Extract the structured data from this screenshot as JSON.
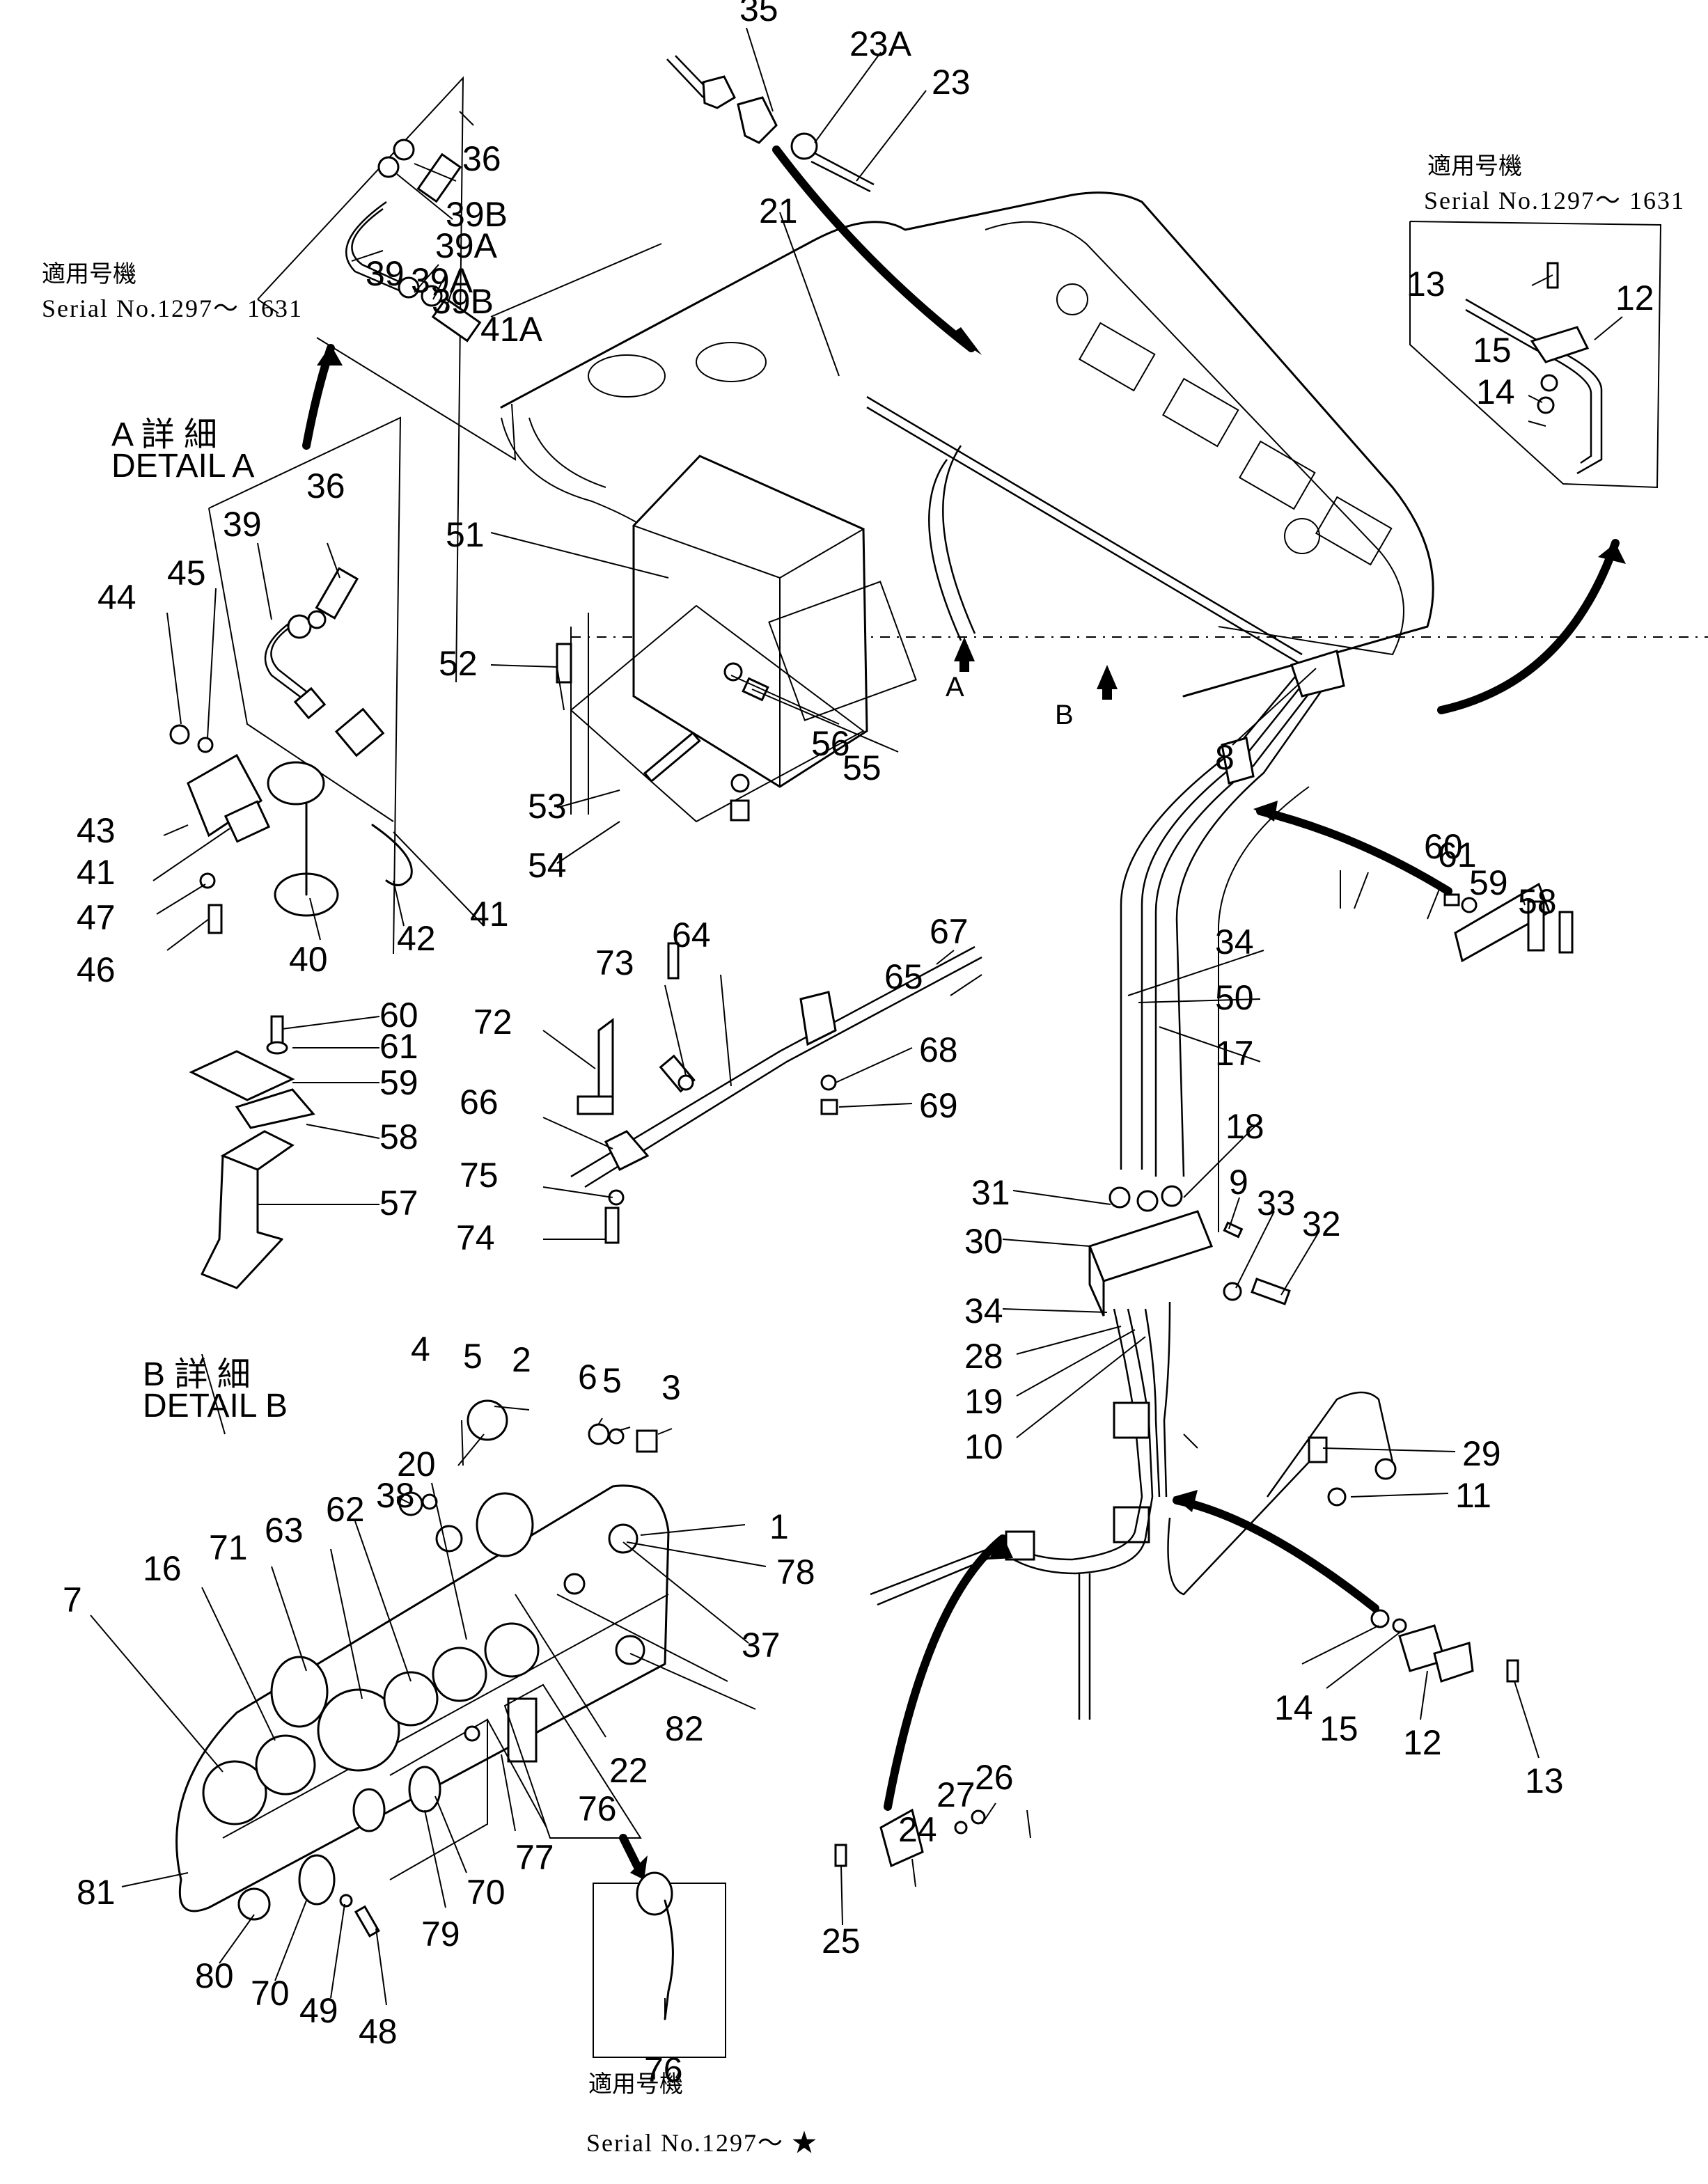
{
  "diagram": {
    "type": "exploded parts diagram",
    "subject": "instrument panel and gauge piping assembly"
  },
  "notes": {
    "applicable_jp": "適用号機",
    "serial_a": "Serial No.1297～ 1631",
    "serial_b": "Serial No.1297～ 1631",
    "serial_key": "Serial No.1297～ ★"
  },
  "details": {
    "a_jp": "A 詳 細",
    "a_en": "DETAIL A",
    "b_jp": "B 詳 細",
    "b_en": "DETAIL B",
    "marker_a": "A",
    "marker_b": "B"
  },
  "callouts": {
    "p1": "1",
    "p2": "2",
    "p3": "3",
    "p4": "4",
    "p5a": "5",
    "p5b": "5",
    "p6": "6",
    "p7": "7",
    "p8": "8",
    "p9": "9",
    "p10": "10",
    "p11": "11",
    "p12a": "12",
    "p12b": "12",
    "p13a": "13",
    "p13b": "13",
    "p14a": "14",
    "p14b": "14",
    "p15a": "15",
    "p15b": "15",
    "p16": "16",
    "p17": "17",
    "p18": "18",
    "p19": "19",
    "p20": "20",
    "p21": "21",
    "p22": "22",
    "p23": "23",
    "p23a": "23A",
    "p24": "24",
    "p25": "25",
    "p26": "26",
    "p27": "27",
    "p28": "28",
    "p29": "29",
    "p30": "30",
    "p31": "31",
    "p32": "32",
    "p33": "33",
    "p34a": "34",
    "p34b": "34",
    "p35": "35",
    "p36a": "36",
    "p36b": "36",
    "p37": "37",
    "p38": "38",
    "p39a": "39",
    "p39b": "39",
    "p39a1": "39A",
    "p39a2": "39A",
    "p39b1": "39B",
    "p39b2": "39B",
    "p40": "40",
    "p41a": "41",
    "p41b": "41",
    "p41c": "41A",
    "p42": "42",
    "p43": "43",
    "p44": "44",
    "p45": "45",
    "p46": "46",
    "p47": "47",
    "p48": "48",
    "p49": "49",
    "p50": "50",
    "p51": "51",
    "p52": "52",
    "p53": "53",
    "p54": "54",
    "p55": "55",
    "p56": "56",
    "p57": "57",
    "p58a": "58",
    "p58b": "58",
    "p59a": "59",
    "p59b": "59",
    "p60a": "60",
    "p60b": "60",
    "p61a": "61",
    "p61b": "61",
    "p62": "62",
    "p63": "63",
    "p64": "64",
    "p65": "65",
    "p66": "66",
    "p67": "67",
    "p68": "68",
    "p69": "69",
    "p70a": "70",
    "p70b": "70",
    "p71": "71",
    "p72": "72",
    "p73": "73",
    "p74": "74",
    "p75": "75",
    "p76a": "76",
    "p76b": "76",
    "p77": "77",
    "p78": "78",
    "p79": "79",
    "p80": "80",
    "p81": "81",
    "p82": "82"
  }
}
